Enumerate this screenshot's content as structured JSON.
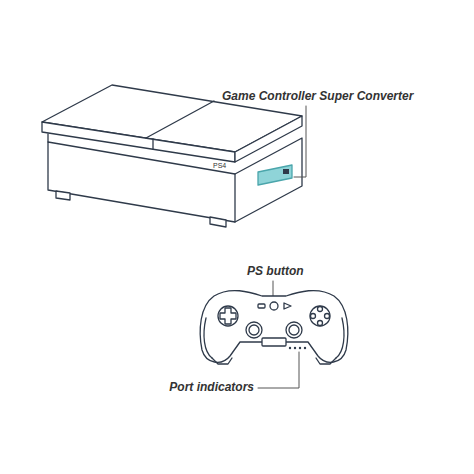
{
  "diagram": {
    "labels": [
      "Game Controller Super Converter",
      "PS4",
      "PS button",
      "Port indicators"
    ]
  }
}
